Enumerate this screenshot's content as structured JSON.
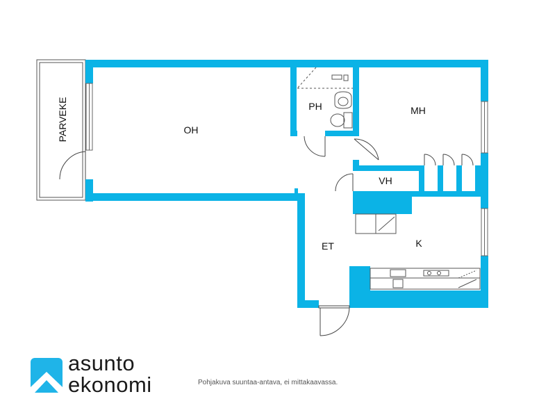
{
  "plan": {
    "wall_color": "#0bb3e6",
    "rooms": [
      {
        "id": "parveke",
        "label": "PARVEKE"
      },
      {
        "id": "oh",
        "label": "OH"
      },
      {
        "id": "ph",
        "label": "PH"
      },
      {
        "id": "mh",
        "label": "MH"
      },
      {
        "id": "vh",
        "label": "VH"
      },
      {
        "id": "et",
        "label": "ET"
      },
      {
        "id": "k",
        "label": "K"
      }
    ]
  },
  "logo": {
    "line1": "asunto",
    "line2": "ekonomi",
    "color": "#1fb4e8"
  },
  "disclaimer": "Pohjakuva suuntaa-antava, ei mittakaavassa."
}
